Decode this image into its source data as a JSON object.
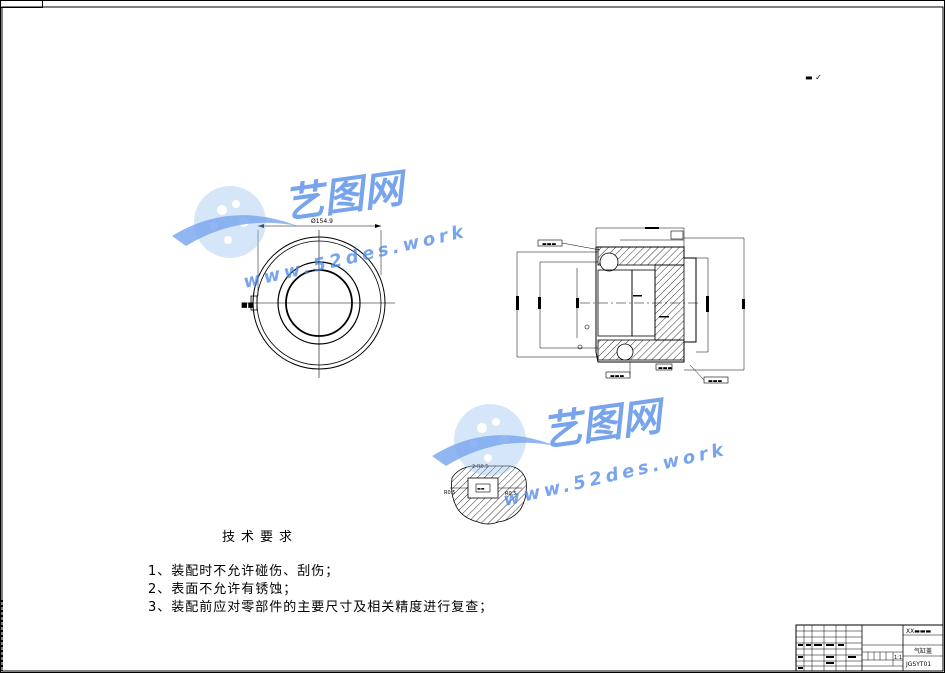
{
  "drawing": {
    "roughness_mark": "▬ ✓"
  },
  "front_view": {
    "diameter_label": "Ø154.9",
    "side_tag": "■■"
  },
  "section_view": {
    "tol_frames": [
      "▬▬▬",
      "▬▬▬",
      "▬▬▬",
      "▬▬▬"
    ]
  },
  "detail_view": {
    "label_top": "2-R0.5",
    "label_left": "R0.5",
    "label_right": "R0.5",
    "label_center": "▬▬"
  },
  "watermark": {
    "brand": "艺图网",
    "url": "www.52des.work"
  },
  "tech_requirements": {
    "title": "技术要求",
    "items": [
      "1、装配时不允许碰伤、刮伤；",
      "2、表面不允许有锈蚀；",
      "3、装配前应对零部件的主要尺寸及相关精度进行复查；"
    ]
  },
  "title_block": {
    "org": "XX▬▬▬",
    "part_name": "气缸盖",
    "drawing_no": "JGSYT01",
    "scale": "1:1"
  },
  "colors": {
    "line": "#000000",
    "watermark": "#4a86e8",
    "watermark_light": "#9cc2f0"
  }
}
